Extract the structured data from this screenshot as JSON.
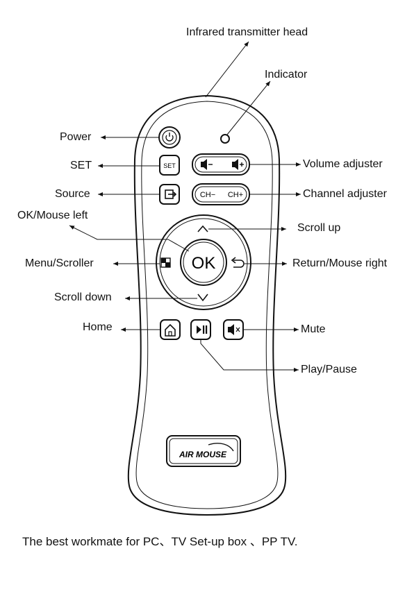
{
  "labels": {
    "infrared": "Infrared transmitter head",
    "indicator": "Indicator",
    "power": "Power",
    "set": "SET",
    "source": "Source",
    "ok_mouse_left": "OK/Mouse left",
    "volume": "Volume adjuster",
    "channel": "Channel adjuster",
    "scroll_up": "Scroll up",
    "menu_scroller": "Menu/Scroller",
    "return_mouse_right": "Return/Mouse right",
    "scroll_down": "Scroll down",
    "home": "Home",
    "mute": "Mute",
    "play_pause": "Play/Pause"
  },
  "buttons": {
    "set": "SET",
    "ok": "OK",
    "ch_minus": "CH−",
    "ch_plus": "CH+",
    "logo": "AIR MOUSE"
  },
  "caption": "The best workmate for PC、TV Set-up box 、PP TV."
}
